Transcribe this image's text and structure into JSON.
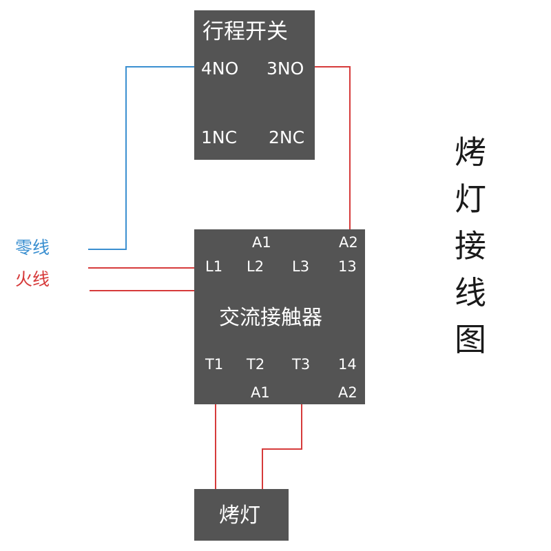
{
  "colors": {
    "box": "#545454",
    "text_on_box": "#ffffff",
    "neutral_wire": "#3a8fd0",
    "live_wire": "#d63a3a",
    "title": "#1a1a1a"
  },
  "travel_switch": {
    "title": "行程开关",
    "terminals": {
      "no4": "4NO",
      "no3": "3NO",
      "nc1": "1NC",
      "nc2": "2NC"
    }
  },
  "contactor": {
    "title": "交流接触器",
    "top_row1": {
      "a1": "A1",
      "a2": "A2"
    },
    "top_row2": {
      "l1": "L1",
      "l2": "L2",
      "l3": "L3",
      "c13": "13"
    },
    "bottom_row1": {
      "t1": "T1",
      "t2": "T2",
      "t3": "T3",
      "c14": "14"
    },
    "bottom_row2": {
      "a1": "A1",
      "a2": "A2"
    }
  },
  "lamp": {
    "label": "烤灯"
  },
  "wire_labels": {
    "neutral": "零线",
    "live": "火线"
  },
  "side_title": [
    "烤",
    "灯",
    "接",
    "线",
    "图"
  ]
}
